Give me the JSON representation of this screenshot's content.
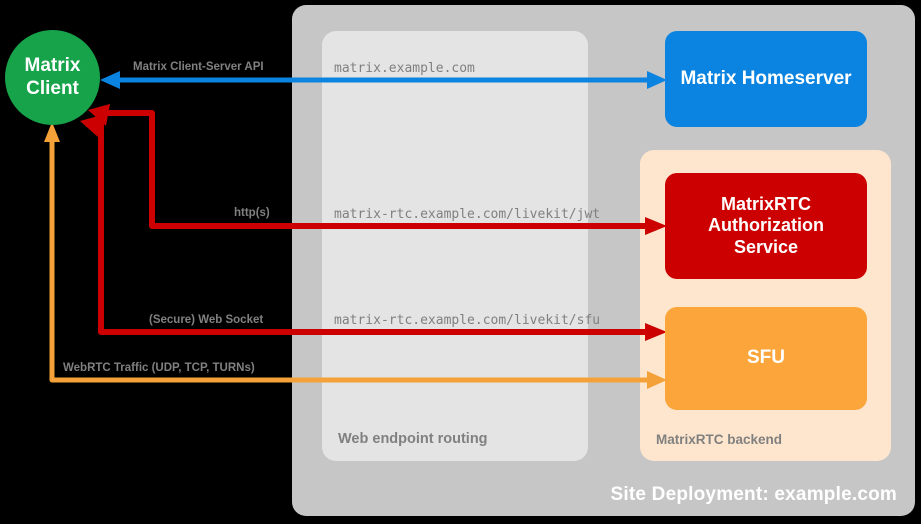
{
  "diagram": {
    "site": {
      "label": "Site Deployment: example.com",
      "color": "#c6c6c6"
    },
    "routing": {
      "label": "Web endpoint routing",
      "color": "#e4e4e4"
    },
    "backend": {
      "label": "MatrixRTC backend",
      "color": "#fde6cd"
    },
    "nodes": {
      "client": {
        "label": "Matrix\nClient",
        "line1": "Matrix",
        "line2": "Client",
        "color": "#16a34a"
      },
      "homeserver": {
        "label": "Matrix Homeserver",
        "color": "#0a84e0"
      },
      "auth": {
        "line1": "MatrixRTC",
        "line2": "Authorization",
        "line3": "Service",
        "color": "#cc0000"
      },
      "sfu": {
        "label": "SFU",
        "color": "#fba53a"
      }
    },
    "edges": [
      {
        "name": "client-server-api",
        "protocol_label": "Matrix Client-Server API",
        "url_label": "matrix.example.com",
        "color": "#0a84e0",
        "direction": "bidirectional"
      },
      {
        "name": "authorization-service",
        "protocol_label": "http(s)",
        "url_label": "matrix-rtc.example.com/livekit/jwt",
        "color": "#cc0000",
        "direction": "bidirectional"
      },
      {
        "name": "sfu-websocket",
        "protocol_label": "(Secure) Web Socket",
        "url_label": "matrix-rtc.example.com/livekit/sfu",
        "color": "#cc0000",
        "direction": "bidirectional"
      },
      {
        "name": "webrtc-traffic",
        "protocol_label": "WebRTC Traffic (UDP, TCP, TURNs)",
        "url_label": "",
        "color": "#f5a13a",
        "direction": "bidirectional"
      }
    ]
  }
}
